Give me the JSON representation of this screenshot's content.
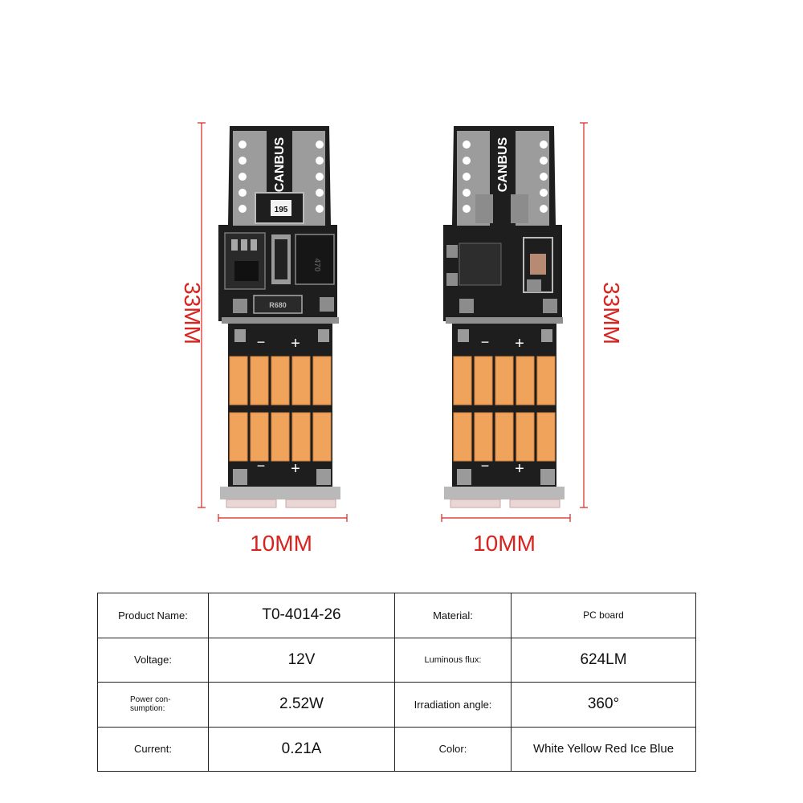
{
  "boards": [
    {
      "name": "front",
      "brand_text": "CANBUS",
      "chip_codes": [
        "195",
        "470",
        "R680"
      ],
      "polarity_top": [
        "−",
        "+"
      ],
      "polarity_bottom": [
        "−",
        "+"
      ]
    },
    {
      "name": "back",
      "brand_text": "CANBUS",
      "chip_codes": [],
      "polarity_top": [
        "−",
        "+"
      ],
      "polarity_bottom": [
        "−",
        "+"
      ]
    }
  ],
  "dimensions": {
    "height_label": "33MM",
    "width_label": "10MM"
  },
  "colors": {
    "dimension_red": "#d8231f",
    "pcb_black": "#1c1c1c",
    "pad_silver": "#b8b8b8",
    "led_amber": "#f0a35a"
  },
  "led_grid": {
    "rows": 2,
    "columns": 5
  },
  "specs": {
    "product_name_label": "Product Name:",
    "product_name_value": "T0-4014-26",
    "material_label": "Material:",
    "material_value": "PC board",
    "voltage_label": "Voltage:",
    "voltage_value": "12V",
    "flux_label": "Luminous flux:",
    "flux_value": "624LM",
    "power_label": "Power con-\nsumption:",
    "power_value": "2.52W",
    "angle_label": "Irradiation angle:",
    "angle_value": "360°",
    "current_label": "Current:",
    "current_value": "0.21A",
    "color_label": "Color:",
    "color_value": "White Yellow Red Ice Blue"
  }
}
